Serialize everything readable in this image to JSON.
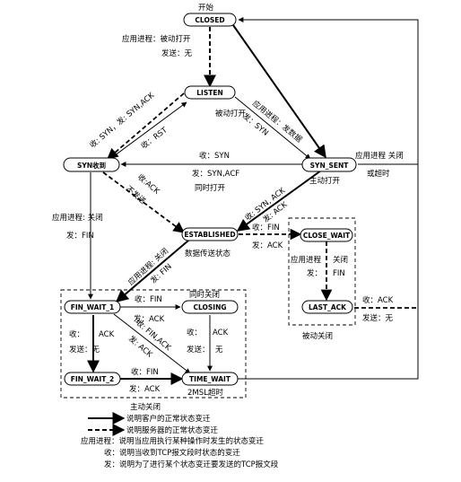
{
  "states": {
    "closed": "CLOSED",
    "listen": "LISTEN",
    "syn_rcvd": "SYN收到",
    "syn_sent": "SYN_SENT",
    "established": "ESTABLISHED",
    "close_wait": "CLOSE_WAIT",
    "last_ack": "LAST_ACK",
    "fin_wait_1": "FIN_WAIT_1",
    "closing": "CLOSING",
    "fin_wait_2": "FIN_WAIT_2",
    "time_wait": "TIME_WAIT"
  },
  "labels": {
    "start": "开始",
    "closed_listen_1": "应用进程：被动打开",
    "closed_listen_2": "发送：无",
    "closed_syn_sent_1": "应用进程：主动打开",
    "closed_syn_sent_2": "发：SYN",
    "listen_syn_rcvd": "收: SYN，发: SYN,ACK",
    "passive_open": "被动打开",
    "syn_rcvd_listen": "收：RST",
    "listen_syn_sent_1": "应用进程：发数据",
    "listen_syn_sent_2": "发：SYN",
    "sent_rcvd_1": "收：SYN",
    "sent_rcvd_2": "发：SYN,ACF",
    "simultaneous_open": "同时打开",
    "active_open": "主动打开",
    "sent_closed_1": "应用进程 关闭",
    "sent_closed_2": "或超时",
    "rcvd_est_1": "收:ACK",
    "rcvd_est_2": "不发送",
    "sent_est_1": "收: SYN, ACK",
    "sent_est_2": "发: ACK",
    "rcvd_fw1_1": "应用进程: 关闭",
    "rcvd_fw1_2": "发：FIN",
    "est_fw1_1": "应用进程: 关闭",
    "est_fw1_2": "发: FIN",
    "data_transfer": "数据传送状态",
    "est_cw_1": "收：FIN",
    "est_cw_2": "发：ACK",
    "cw_la_1": "应用进程",
    "cw_la_2": "关闭",
    "cw_la_3": "发：",
    "cw_la_4": "FIN",
    "passive_close": "被动关闭",
    "la_closed_1": "收：ACK",
    "la_closed_2": "发送：无",
    "simultaneous_close": "同时关闭",
    "fw1_closing_1": "收：FIN",
    "fw1_closing_2": "发：ACK",
    "fw1_tw_1": "收: FIN,ACK",
    "fw1_tw_2": "发: ACK",
    "fw1_fw2_1": "收：",
    "fw1_fw2_2": "ACK",
    "fw1_fw2_3": "发送：无",
    "closing_tw_1": "收：",
    "closing_tw_2": "ACK",
    "closing_tw_3": "发送：",
    "closing_tw_4": "无",
    "fw2_tw_1": "收：FIN",
    "fw2_tw_2": "发：ACK",
    "msl_timeout": "2MSL超时",
    "active_close": "主动关闭"
  },
  "legend": [
    "说明客户的正常状态变迁",
    "说明服务器的正常状态变迁",
    "应用进程：说明当应用执行某种操作时发生的状态变迁",
    "收：说明当收到TCP报文段时状态的变迁",
    "发：说明为了进行某个状态变迁要发送的TCP报文段"
  ]
}
